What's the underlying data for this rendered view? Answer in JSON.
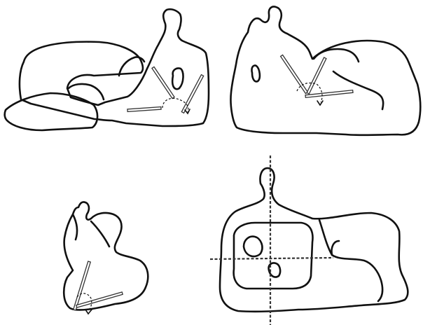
{
  "figure": {
    "panels": [
      {
        "name": "panel-top-left"
      },
      {
        "name": "panel-top-right"
      },
      {
        "name": "panel-bottom-left"
      },
      {
        "name": "panel-bottom-right"
      }
    ]
  },
  "colors": {
    "ink": "#111111",
    "paper": "#ffffff"
  }
}
